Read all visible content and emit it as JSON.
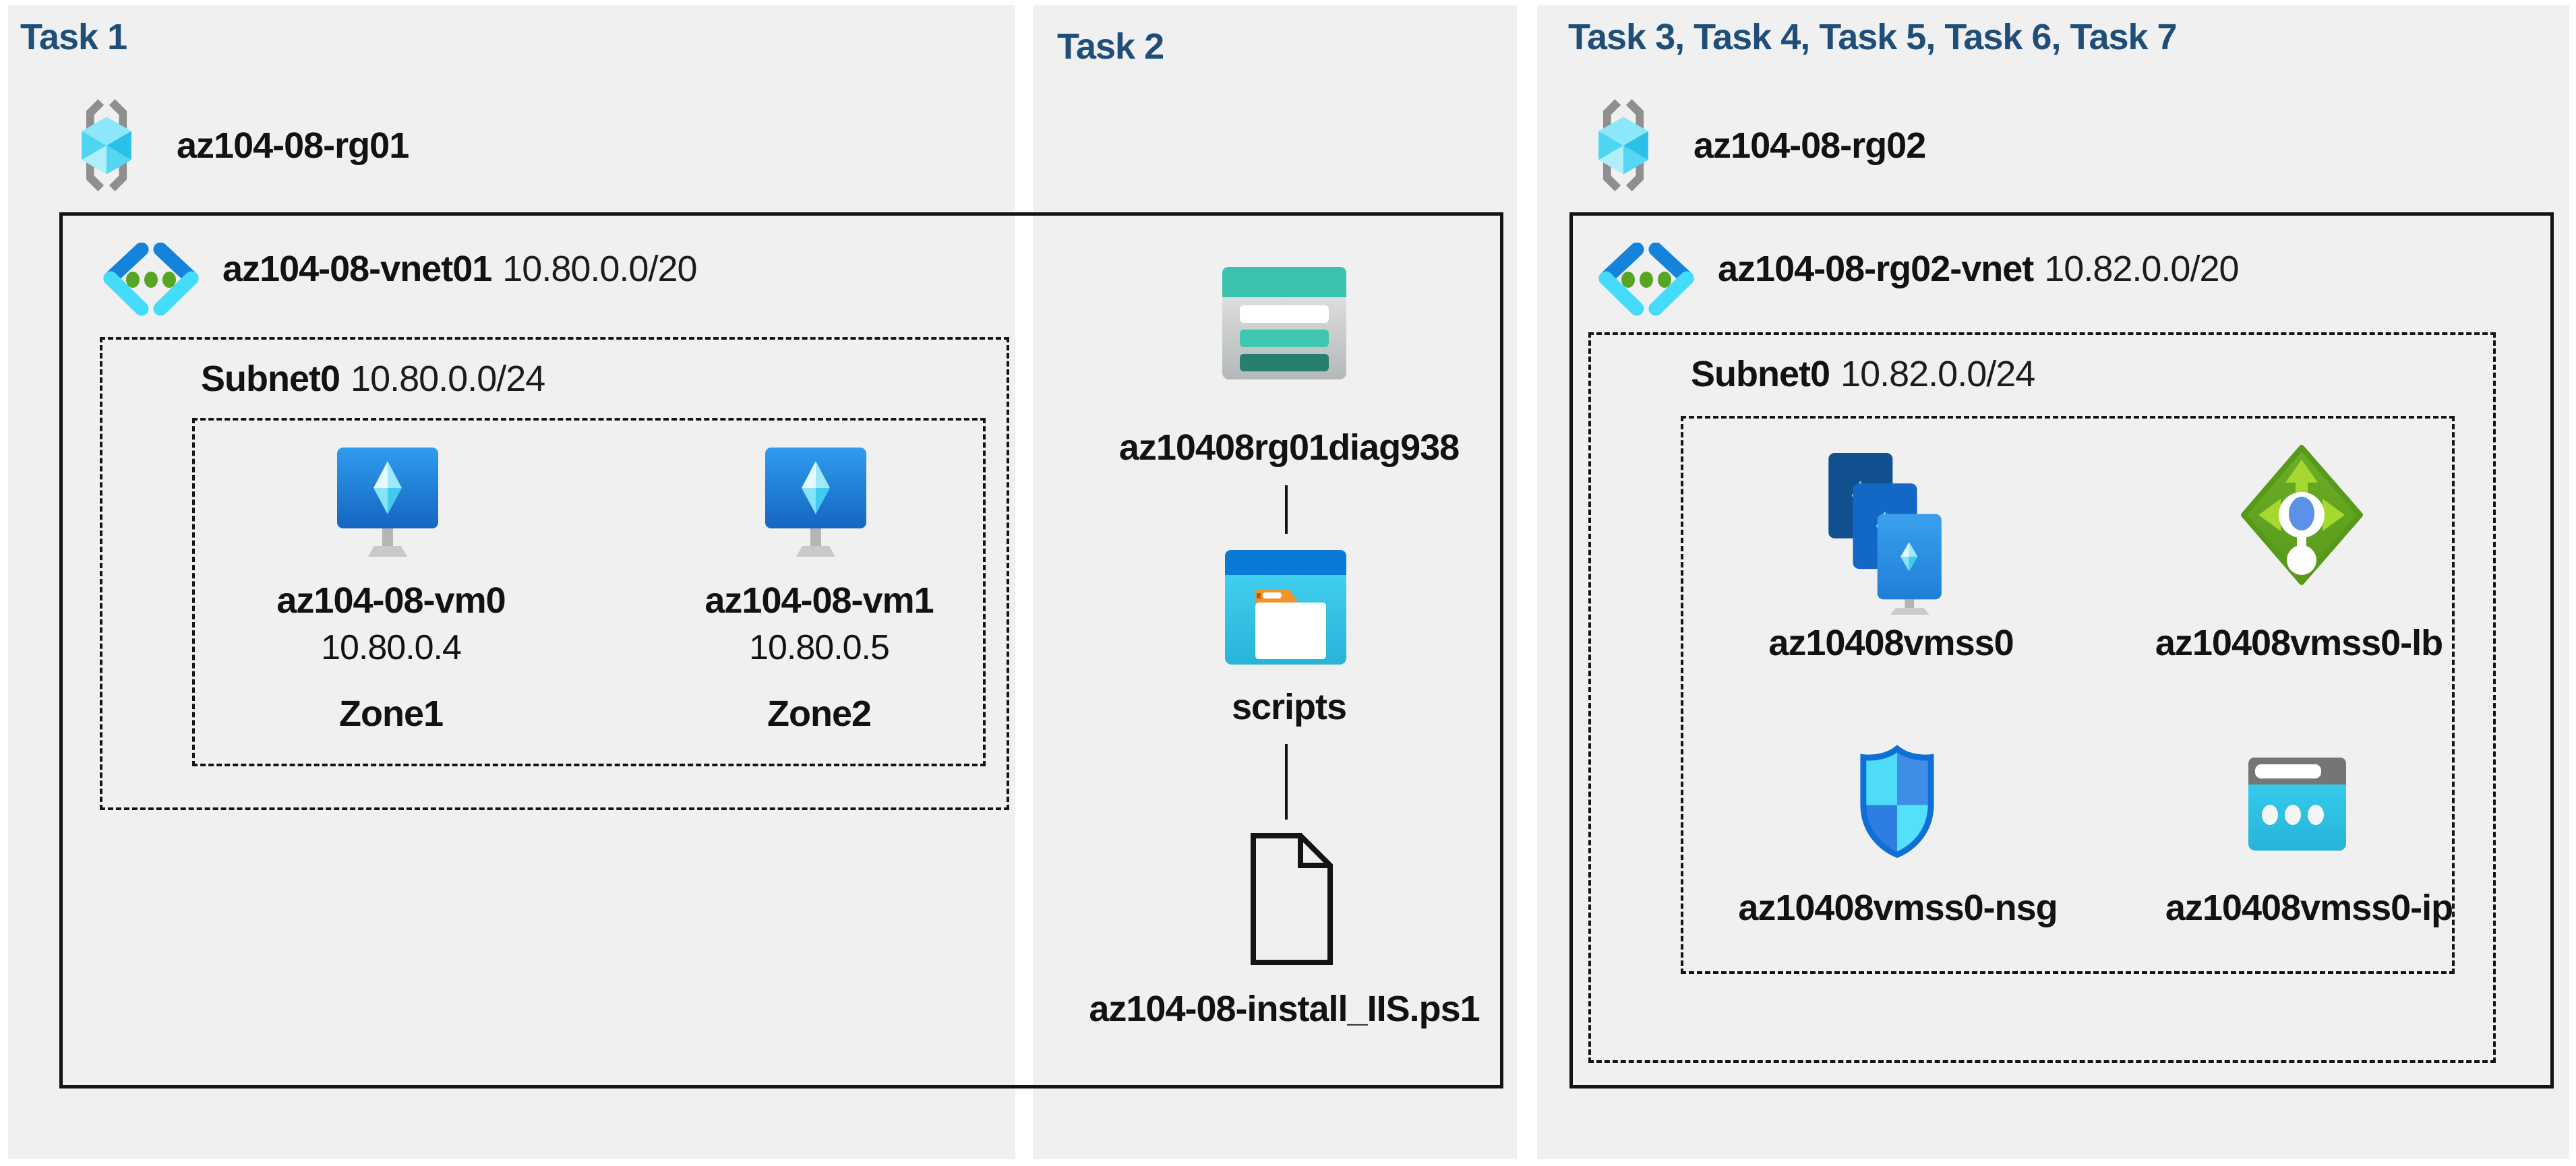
{
  "task1": {
    "heading": "Task 1",
    "rg_name": "az104-08-rg01",
    "vnet_name": "az104-08-vnet01",
    "vnet_cidr": "10.80.0.0/20",
    "subnet_name": "Subnet0",
    "subnet_cidr": "10.80.0.0/24",
    "vms": [
      {
        "name": "az104-08-vm0",
        "ip": "10.80.0.4",
        "zone": "Zone1"
      },
      {
        "name": "az104-08-vm1",
        "ip": "10.80.0.5",
        "zone": "Zone2"
      }
    ]
  },
  "task2": {
    "heading": "Task 2",
    "storage_name": "az10408rg01diag938",
    "folder_name": "scripts",
    "file_name": "az104-08-install_IIS.ps1"
  },
  "task37": {
    "heading": "Task 3, Task 4, Task 5, Task 6, Task 7",
    "rg_name": "az104-08-rg02",
    "vnet_name": "az104-08-rg02-vnet",
    "vnet_cidr": "10.82.0.0/20",
    "subnet_name": "Subnet0",
    "subnet_cidr": "10.82.0.0/24",
    "vmss_name": "az10408vmss0",
    "lb_name": "az10408vmss0-lb",
    "nsg_name": "az10408vmss0-nsg",
    "ip_name": "az10408vmss0-ip"
  },
  "icons": {
    "resource-group-icon": "gray-brackets-with-cyan-cube",
    "virtual-network-icon": "blue-cyan-chevrons-green-dots",
    "virtual-machine-icon": "blue-monitor-cyan-gem",
    "storage-account-icon": "teal-header-table-rows",
    "folder-icon": "blue-window-white-folder-orange-tab",
    "file-icon": "black-outline-document-folded-corner",
    "vm-scale-set-icon": "three-stacked-blue-vm-cards",
    "load-balancer-icon": "green-diamond-with-arrows",
    "nsg-icon": "blue-cyan-quadrant-shield",
    "public-ip-icon": "cyan-card-gray-header-three-dots"
  },
  "colors": {
    "heading_blue": "#1f4e79",
    "panel_bg": "#f0f0f0",
    "line_black": "#141414",
    "vnet_blue": "#1383db",
    "vnet_cyan": "#45dbfb",
    "vnet_dot_green": "#57a522",
    "vm_monitor_blue": "#1f7fd4",
    "storage_teal": "#3bc2ae",
    "storage_teal_dark": "#27806f",
    "folder_header_blue": "#0b7ad6",
    "folder_body_cyan": "#3ecdf0",
    "folder_tab_orange": "#f0942a",
    "lb_green": "#61a51f",
    "lb_arrow_green": "#a6d92f",
    "nsg_border_blue": "#0e6fd6",
    "ip_cyan": "#35ccf0",
    "ip_gray": "#757575",
    "rg_bracket_gray": "#8f8f8f"
  }
}
